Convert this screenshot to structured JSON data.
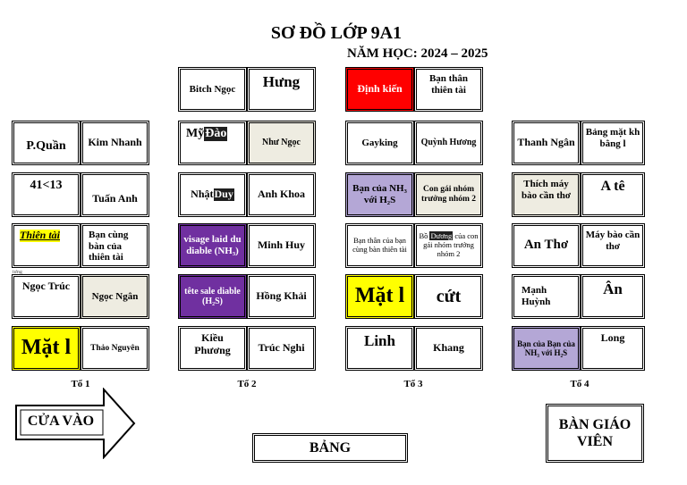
{
  "header": {
    "title": "SƠ ĐỒ LỚP 9A1",
    "year": "NĂM HỌC: 2024 – 2025"
  },
  "seats": {
    "top_g2_1": "Bitch Ngọc",
    "top_g2_2": "Hưng",
    "top_g3_1": "Định kiến",
    "top_g3_2": "Bạn thân thiên tài",
    "r1_1": "P.Quần",
    "r1_2": "Kim Nhanh",
    "r1_3a": "Mỹ ",
    "r1_3b": "Đào",
    "r1_4": "Như Ngọc",
    "r1_5": "Gayking",
    "r1_6": "Quỳnh Hương",
    "r1_7": "Thanh Ngân",
    "r1_8": "Bảng mặt kh bằng l",
    "r2_1": "41<13",
    "r2_2": "Tuấn Anh",
    "r2_3a": "Nhật ",
    "r2_3b": "Duy",
    "r2_4": "Anh Khoa",
    "r2_5": "Bạn của NH₃ với H₂S",
    "r2_6": "Con gái nhóm trưởng nhóm 2",
    "r2_7": "Thích máy bào cần thơ",
    "r2_8": "A tê",
    "r3_1": "Thiên tài",
    "r3_2": "Bạn cùng bàn của thiên tài",
    "r3_3": "visage laid du diable (NH₃)",
    "r3_4": "Minh Huy",
    "r3_5": "Bạn thân của bạn cùng bàn thiên tài",
    "r3_6a": "Bồ ",
    "r3_6b": "Dương",
    "r3_6c": " của con gái nhóm trưởng nhóm 2",
    "r3_7": "An Thơ",
    "r3_8": "Máy bào cần thơ",
    "r3_small": "tưng",
    "r4_1": "Ngọc Trúc",
    "r4_2": "Ngọc Ngân",
    "r4_3": "tête sale diable (H₂S)",
    "r4_4": "Hồng Khải",
    "r4_5": "Mặt l",
    "r4_6": "cứt",
    "r4_7": "Mạnh Huỳnh",
    "r4_8": "Ân",
    "r5_1": "Mặt l",
    "r5_2": "Thảo Nguyên",
    "r5_3": "Kiều Phương",
    "r5_4": "Trúc Nghi",
    "r5_5": "Linh",
    "r5_6": "Khang",
    "r5_7": "Bạn của Bạn của NH₃ với H₂S",
    "r5_8": "Long"
  },
  "teams": [
    "Tổ 1",
    "Tổ 2",
    "Tổ 3",
    "Tổ 4"
  ],
  "labels": {
    "entrance": "CỬA VÀO",
    "board": "BẢNG",
    "teacher": "BÀN GIÁO VIÊN"
  },
  "colors": {
    "red": "#ff0000",
    "yellow": "#ffff00",
    "lavender": "#b4a7d6",
    "purple": "#7030a0",
    "beige": "#eeece1"
  }
}
